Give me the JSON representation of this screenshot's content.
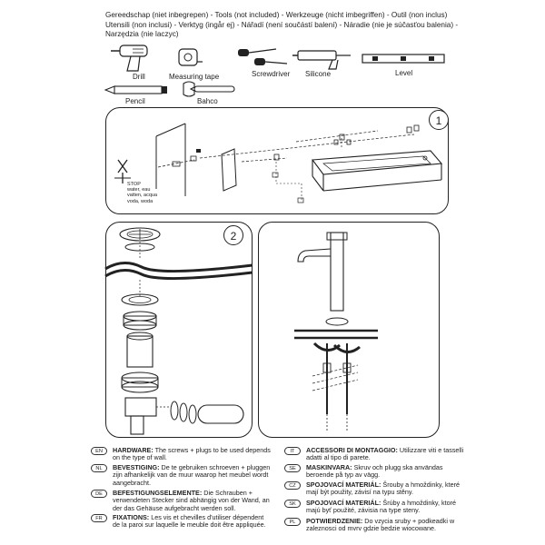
{
  "tools_header": {
    "lines": [
      "Gereedschap (niet inbegrepen) - Tools (not included) - Werkzeuge (nicht imbegriffen) - Outil (non inclus)",
      "Utensili (non inclusi) - Verktyg (ingår ej) - Nářadí (není součástí balení) - Náradie (nie je súčasťou balenia) -",
      "Narzędzia (nie laczyc)"
    ]
  },
  "tools": [
    {
      "id": "drill",
      "label": "Drill",
      "icon": "drill-icon"
    },
    {
      "id": "measuring-tape",
      "label": "Measuring tape",
      "icon": "measuring-tape-icon"
    },
    {
      "id": "screwdriver",
      "label": "Screwdriver",
      "icon": "screwdriver-icon"
    },
    {
      "id": "silicone",
      "label": "Silicone",
      "icon": "silicone-gun-icon"
    },
    {
      "id": "level",
      "label": "Level",
      "icon": "spirit-level-icon"
    },
    {
      "id": "pencil",
      "label": "Pencil",
      "icon": "pencil-icon"
    },
    {
      "id": "bahco",
      "label": "Bahco",
      "icon": "adjustable-wrench-icon"
    }
  ],
  "steps": [
    {
      "number": "1",
      "stop_label": [
        "STOP",
        "water, eau",
        "vatten, acqua",
        "voda, woda"
      ]
    },
    {
      "number": "2"
    },
    {
      "number": ""
    }
  ],
  "notes": [
    {
      "code": "EN",
      "title": "HARDWARE:",
      "text": "The screws + plugs to be used depends on the type of wall."
    },
    {
      "code": "NL",
      "title": "BEVESTIGING:",
      "text": "De te gebruiken schroeven + pluggen zijn afhankelijk van de muur waarop het meubel wordt aangebracht."
    },
    {
      "code": "DE",
      "title": "BEFESTIGUNGSELEMENTE:",
      "text": "Die Schrauben + verwendeten Stecker sind abhängig von der Wand, an der das Gehäuse aufgebracht werden soll."
    },
    {
      "code": "FR",
      "title": "FIXATIONS:",
      "text": "Les vis et chevilles d'utiliser dépendent de la paroi sur laquelle le meuble doit être appliquée."
    },
    {
      "code": "IT",
      "title": "ACCESSORI DI MONTAGGIO:",
      "text": "Utilizzare viti e tasselli adatti al tipo di parete."
    },
    {
      "code": "SE",
      "title": "MASKINVARA:",
      "text": "Skruv och plugg ska användas beroende på typ av vägg."
    },
    {
      "code": "CZ",
      "title": "SPOJOVACÍ MATERIÁL:",
      "text": "Šrouby a hmoždinky, které mají být použity, závisí na typu stěny."
    },
    {
      "code": "SK",
      "title": "SPOJOVACÍ MATERIÁL:",
      "text": "Šrúby a hmoždinky, ktoré majú byť použité, závisia na type steny."
    },
    {
      "code": "PL",
      "title": "POTWIERDZENIE:",
      "text": "Do vzycia sruby + podkeadki w zaleznosci od mvrv gdzie bedzie wiocowane."
    }
  ]
}
